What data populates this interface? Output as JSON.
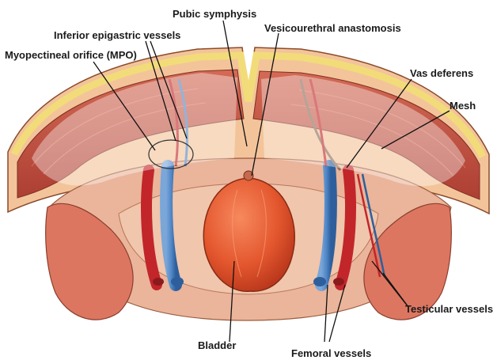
{
  "labels": {
    "pubic_symphysis": "Pubic symphysis",
    "inferior_epigastric_vessels": "Inferior epigastric vessels",
    "vesicourethral_anastomosis": "Vesicourethral anastomosis",
    "myopectineal_orifice": "Myopectineal orifice (MPO)",
    "vas_deferens": "Vas deferens",
    "mesh": "Mesh",
    "testicular_vessels": "Testicular vessels",
    "bladder": "Bladder",
    "femoral_vessels": "Femoral vessels"
  },
  "colors": {
    "skin": "#f3c49a",
    "fat_yellow": "#f2dc7a",
    "muscle": "#c95a4a",
    "muscle_light": "#e7917a",
    "pelvic_floor": "#eab59b",
    "bladder": "#e4572e",
    "artery": "#c2262a",
    "vein": "#4f86c6",
    "mesh": "#ffffff"
  }
}
